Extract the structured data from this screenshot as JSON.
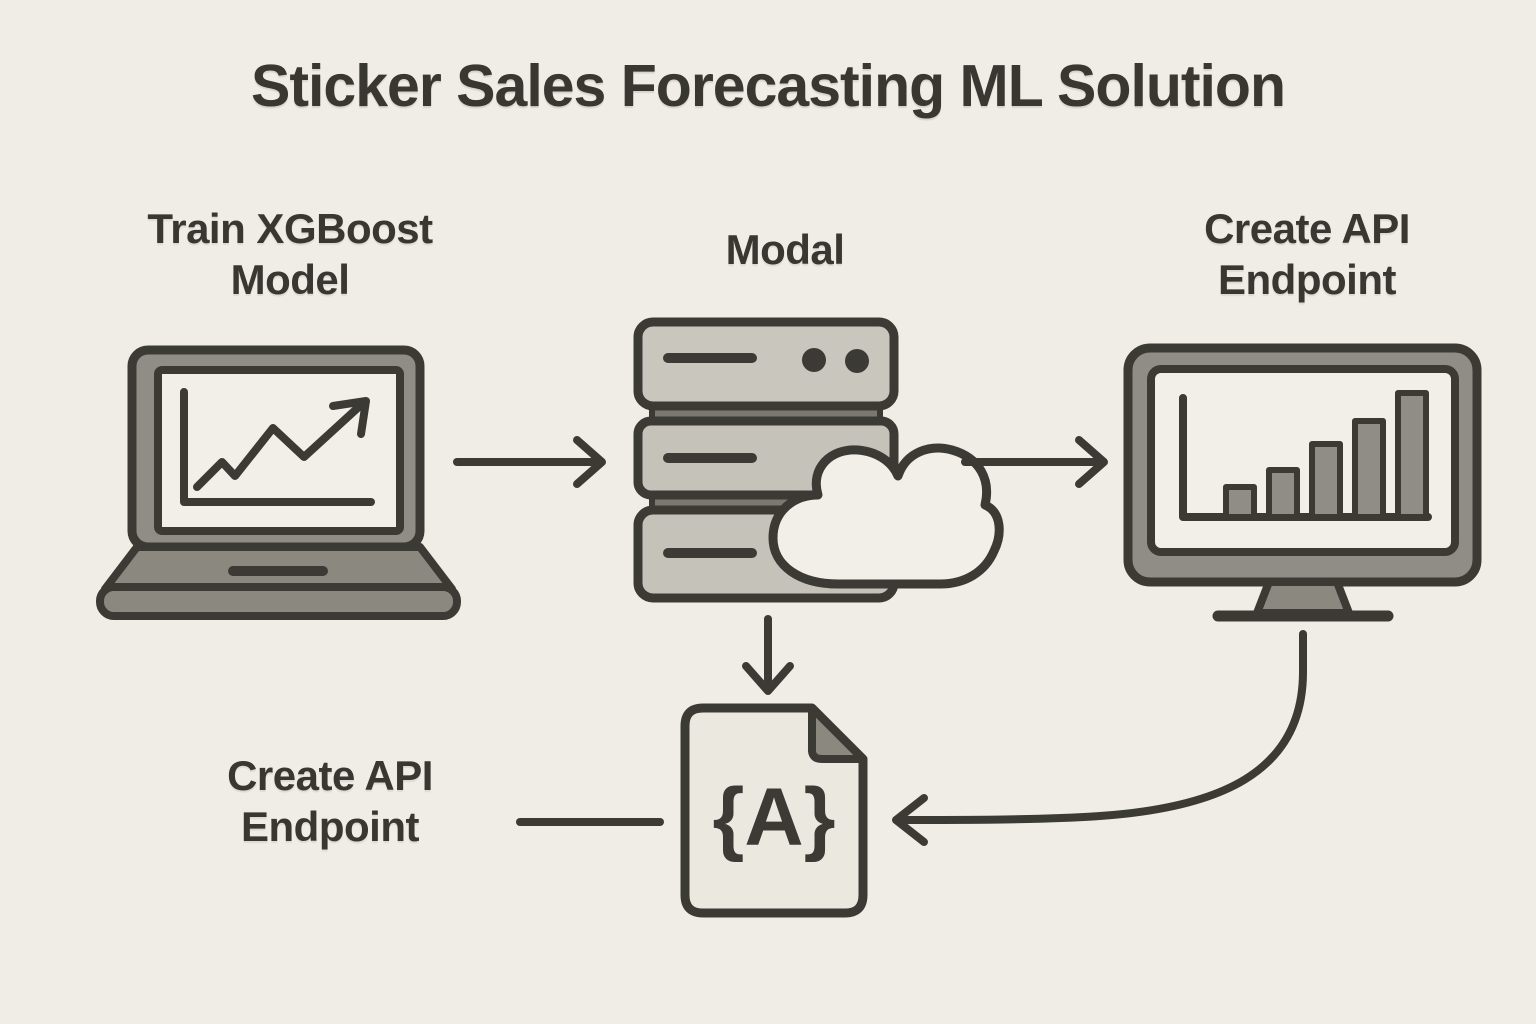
{
  "title": "Sticker Sales Forecasting ML Solution",
  "nodes": {
    "train_model": {
      "label": "Train XGBoost Model",
      "icon": "laptop-line-chart-icon"
    },
    "modal": {
      "label": "Modal",
      "icon": "server-stack-cloud-icon"
    },
    "create_api_top": {
      "label": "Create API Endpoint",
      "icon": "monitor-bar-chart-icon"
    },
    "create_api_bottom": {
      "label": "Create API Endpoint",
      "icon": "code-document-icon",
      "document_glyph": "{A}"
    }
  },
  "colors": {
    "background": "#efede5",
    "outline": "#3b3a35",
    "gray_fill": "#8f8d86",
    "light_gray_fill": "#c7c5bc",
    "cream_fill": "#f1efe8",
    "band_gray": "#7a7870",
    "text": "#383732"
  }
}
